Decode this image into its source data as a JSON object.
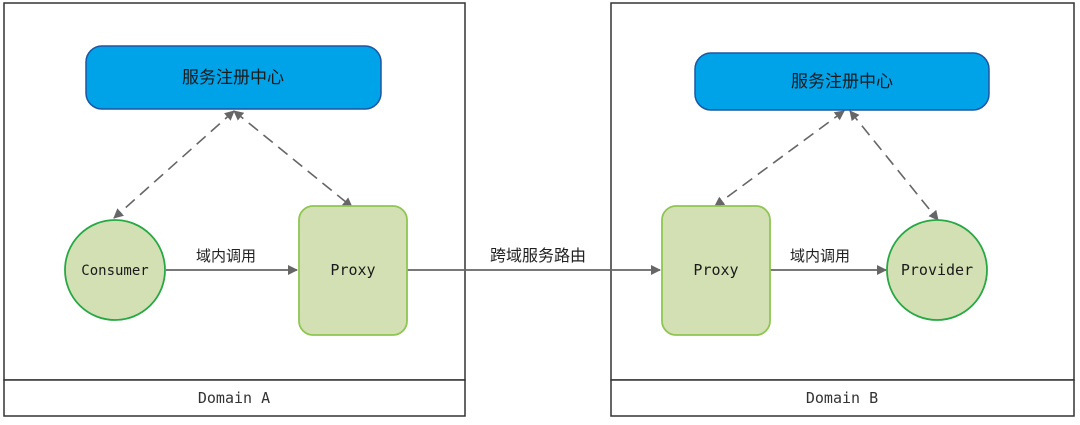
{
  "domain_a": {
    "label": "Domain A",
    "registry_label": "服务注册中心",
    "consumer_label": "Consumer",
    "proxy_label": "Proxy",
    "intra_call_label": "域内调用"
  },
  "domain_b": {
    "label": "Domain B",
    "registry_label": "服务注册中心",
    "proxy_label": "Proxy",
    "provider_label": "Provider",
    "intra_call_label": "域内调用"
  },
  "cross_domain_label": "跨域服务路由",
  "colors": {
    "registry_fill": "#00a2e8",
    "registry_stroke": "#1e56a0",
    "node_fill": "#d3e0b4",
    "proxy_stroke": "#8fc552",
    "circle_stroke": "#27a844",
    "edge": "#666666",
    "frame": "#333333"
  }
}
